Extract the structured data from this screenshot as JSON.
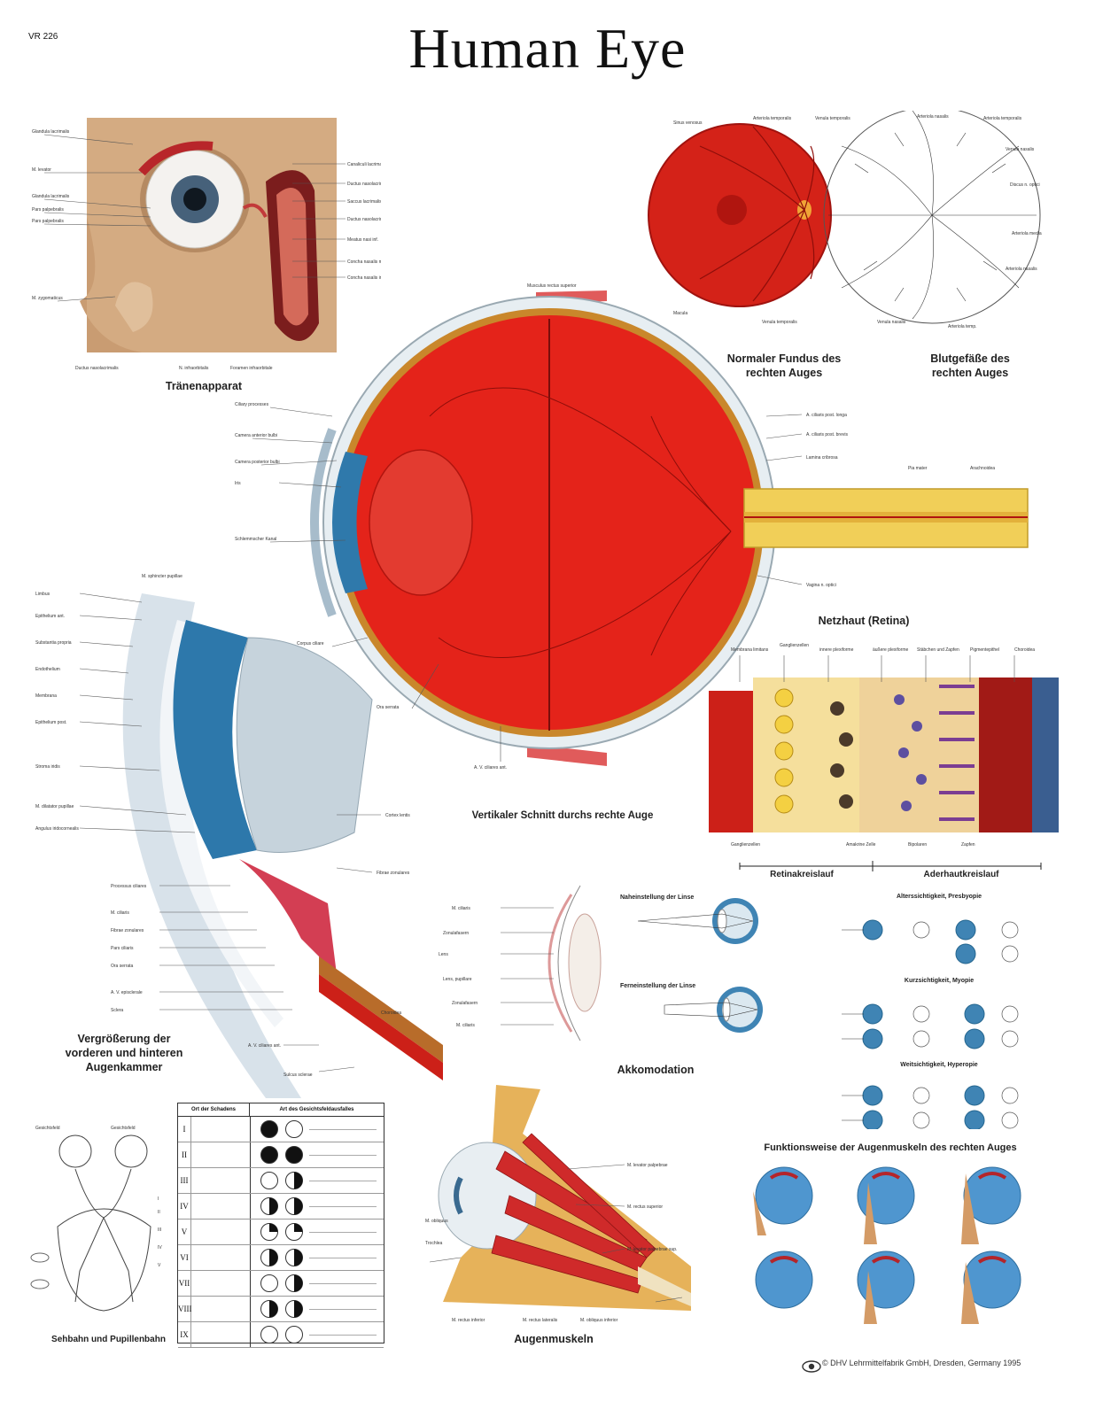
{
  "header": {
    "code": "VR 226",
    "title": "Human Eye"
  },
  "captions": {
    "lacrimal": "Tränenapparat",
    "fundus": "Normaler Fundus des\nrechten Auges",
    "vessels": "Blutgefäße des\nrechten Auges",
    "section": "Vertikaler Schnitt durchs rechte Auge",
    "retina": "Netzhaut (Retina)",
    "enlargement": "Vergrößerung der\nvorderen und hinteren\nAugenkammer",
    "accommodation": "Akkomodation",
    "muscles": "Augenmuskeln",
    "muscle_function": "Funktionsweise der Augenmuskeln des rechten Auges",
    "visual_path": "Sehbahn und Pupillenbahn",
    "retina_circ": "Retinakreislauf",
    "choroid_circ": "Aderhautkreislauf",
    "near": "Naheinstellung der Linse",
    "far": "Ferneinstellung der Linse",
    "presbyopia": "Alterssichtigkeit, Presbyopie",
    "myopia": "Kurzsichtigkeit, Myopie",
    "hyperopia": "Weitsichtigkeit, Hyperopie"
  },
  "table": {
    "col1": "Ort der Schadens",
    "col2": "Art des Gesichtsfeldausfalles",
    "rows": [
      "I",
      "II",
      "III",
      "IV",
      "V",
      "VI",
      "VII",
      "VIII",
      "IX"
    ]
  },
  "credit": {
    "line1": "© DHV Lehrmittelfabrik GmbH, Dresden, Germany 1995"
  },
  "colors": {
    "red": "#d8201a",
    "dark_red": "#9e1410",
    "blue": "#3f84b4",
    "yellow": "#f2c74a",
    "bone": "#e8b765",
    "skin": "#d9b48c"
  }
}
